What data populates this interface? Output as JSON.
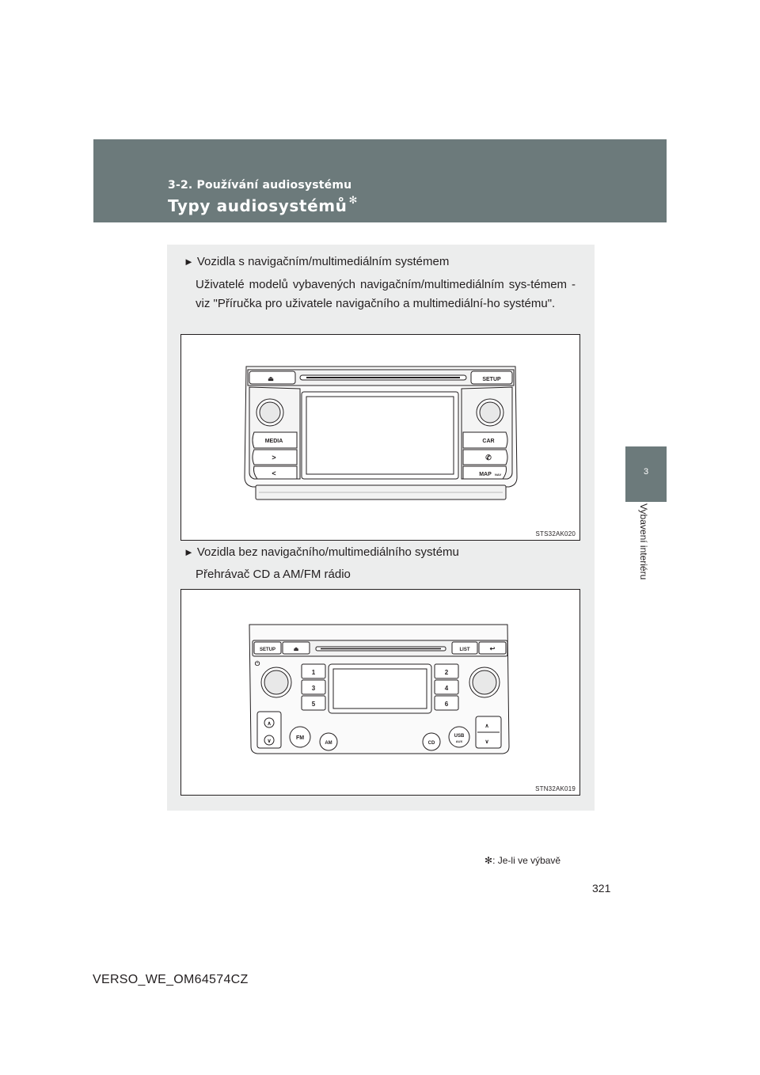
{
  "header": {
    "section": "3-2. Používání audiosystému",
    "title": "Typy audiosystémů",
    "title_marker": "✻"
  },
  "side_tab": {
    "number": "3",
    "label": "Vybavení interiéru"
  },
  "content": {
    "bullet_symbol": "►",
    "item1": {
      "heading": "Vozidla s navigačním/multimediálním systémem",
      "text": "Uživatelé modelů vybavených navigačním/multimediálním sys-témem - viz \"Příručka pro uživatele navigačního a multimediální-ho systému\"."
    },
    "item2": {
      "heading": "Vozidla bez navigačního/multimediálního systému",
      "text": "Přehrávač CD a AM/FM rádio"
    }
  },
  "figure1": {
    "code": "STS32AK020",
    "buttons": {
      "eject": "⏏",
      "setup": "SETUP",
      "media": "MEDIA",
      "car": "CAR",
      "next": ">",
      "prev": "<",
      "map": "MAP",
      "nav": "NAV"
    }
  },
  "figure2": {
    "code": "STN32AK019",
    "buttons": {
      "setup": "SETUP",
      "eject": "⏏",
      "list": "LIST",
      "back": "↩",
      "power": "⏻",
      "presets": [
        "1",
        "2",
        "3",
        "4",
        "5",
        "6"
      ],
      "up": "∧",
      "down": "∨",
      "fm": "FM",
      "am": "AM",
      "cd": "CD",
      "usb": "USB",
      "aux": "AUX"
    }
  },
  "footnote": {
    "marker": "✻",
    "text": ": Je-li ve výbavě"
  },
  "page_number": "321",
  "doc_code": "VERSO_WE_OM64574CZ"
}
